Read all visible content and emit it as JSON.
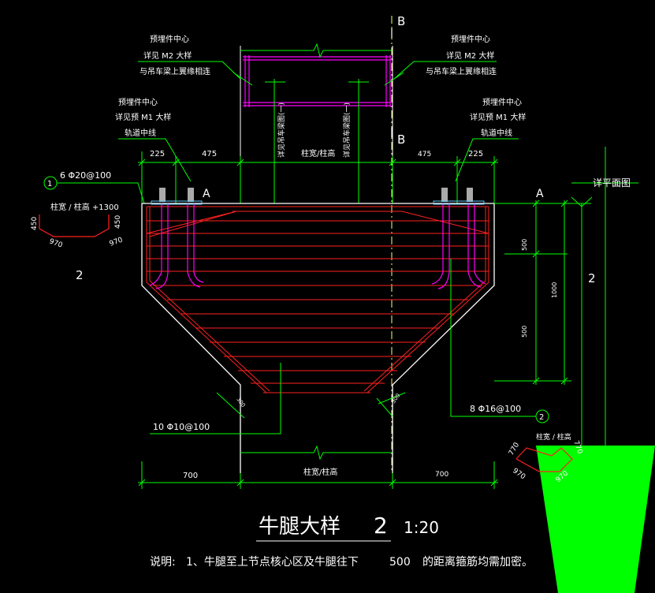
{
  "colors": {
    "background": "#000000",
    "outline": "#ffffff",
    "dimension": "#00ff00",
    "rebar": "#ff2020",
    "embed": "#ff00ff",
    "axis": "#ffff00",
    "text": "#ffffff",
    "fill": "#00ff00"
  },
  "section_marks": {
    "b_top": "B",
    "b_mid": "B",
    "a_left": "A",
    "a_right": "A"
  },
  "notes": {
    "m2_left": [
      "预埋件中心",
      "详见 M2 大样",
      "与吊车梁上翼缘相连"
    ],
    "m2_right": [
      "预埋件中心",
      "详见 M2 大样",
      "与吊车梁上翼缘相连"
    ],
    "m1_left": [
      "预埋件中心",
      "详见预 M1 大样",
      "轨道中线"
    ],
    "m1_right": [
      "预埋件中心",
      "详见预 M1 大样",
      "轨道中线"
    ],
    "vertical_1": "详见吊车梁图(一)",
    "vertical_2": "详见吊车梁图(一)",
    "see_plan": "详平面图"
  },
  "dims": {
    "top_225": "225",
    "top_475_left": "475",
    "top_col": "柱宽/柱高",
    "top_475_right": "475",
    "top_225_right": "225",
    "right_500a": "500",
    "right_1000": "1000",
    "right_500b": "500",
    "bottom_700_left": "700",
    "bottom_col": "柱宽/柱高",
    "bottom_700_right": "700",
    "slope_left": "300",
    "slope_right": "300"
  },
  "rebar_labels": {
    "r1": "6 Φ20@100",
    "r2": "8 Φ16@100",
    "r3": "10 Φ10@100",
    "circle1": "1",
    "circle2": "2"
  },
  "detail_left": {
    "label": "柱宽 / 柱高 +1300",
    "d1": "450",
    "d2": "450",
    "w1": "970",
    "w2": "970",
    "num": "2"
  },
  "detail_right": {
    "label": "柱宽 / 柱高",
    "d1": "770",
    "d2": "770",
    "w1": "970",
    "w2": "970"
  },
  "side_number": "2",
  "title": {
    "main": "牛腿大样",
    "num": "2",
    "scale": "1:20"
  },
  "note_line": {
    "prefix": "说明:",
    "text": "1、牛腿至上节点核心区及牛腿往下",
    "value": "500",
    "suffix": "的距离箍筋均需加密。"
  }
}
